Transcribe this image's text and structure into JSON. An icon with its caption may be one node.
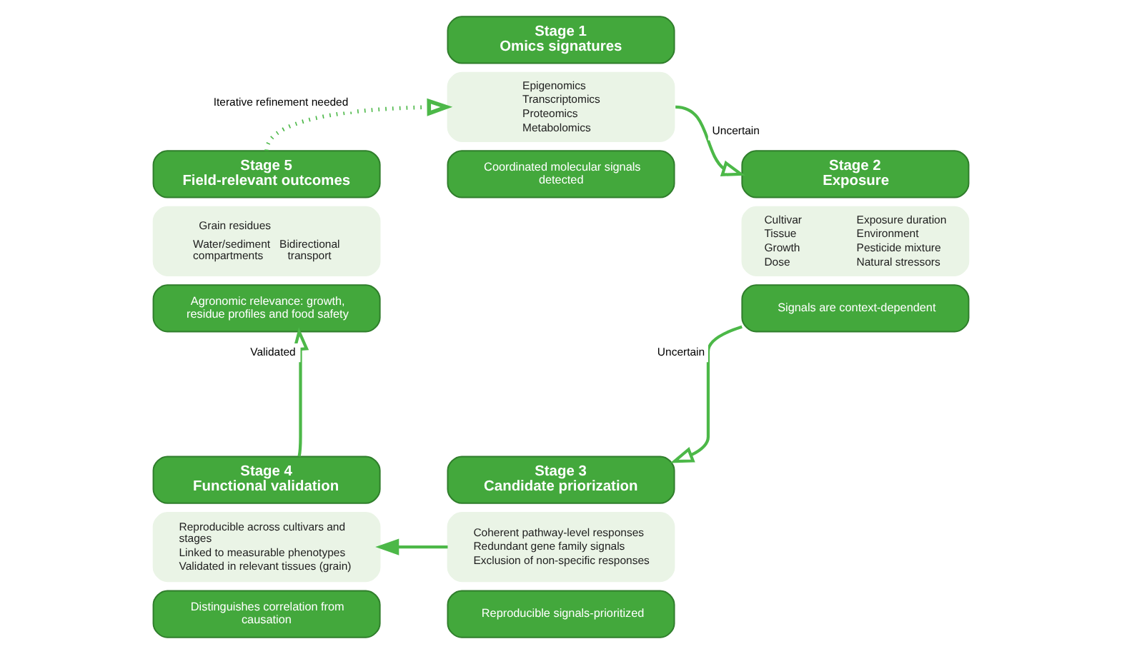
{
  "diagram": {
    "nodes": [
      {
        "text": [
          "Stage 1",
          "Omics signatures"
        ]
      },
      {
        "text": [
          "Epigenomics",
          "Transcriptomics",
          "Proteomics",
          "Metabolomics"
        ]
      },
      {
        "text": [
          "Coordinated molecular signals detected"
        ]
      },
      {
        "text": [
          "Stage 2",
          "Exposure"
        ]
      },
      {
        "text": [
          "Cultivar",
          "Tissue",
          "Growth",
          "Dose",
          "Exposure duration",
          "Environment",
          "Pesticide mixture",
          "Natural stressors"
        ]
      },
      {
        "text": [
          "Signals are context-dependent"
        ]
      },
      {
        "text": [
          "Stage 3",
          "Candidate priorization"
        ]
      },
      {
        "text": [
          "Coherent pathway-level responses",
          "Redundant gene family signals",
          "Exclusion of non-specific responses"
        ]
      },
      {
        "text": [
          "Reproducible signals-prioritized"
        ]
      },
      {
        "text": [
          "Stage 4",
          "Functional validation"
        ]
      },
      {
        "text": [
          "Reproducible across cultivars and stages",
          "Linked to measurable phenotypes",
          "Validated in relevant tissues (grain)"
        ]
      },
      {
        "text": [
          "Distinguishes correlation from causation"
        ]
      },
      {
        "text": [
          "Stage 5",
          "Field-relevant outcomes"
        ]
      },
      {
        "text": [
          "Grain residues",
          "Water/sediment compartments",
          "Bidirectional transport"
        ]
      },
      {
        "text": [
          "Agronomic relevance: growth, residue profiles and food safety"
        ]
      }
    ],
    "edges": [
      {
        "from": 1,
        "to": 3,
        "arrow": "to",
        "label": "Uncertain"
      },
      {
        "from": 5,
        "to": 6,
        "arrow": "to",
        "label": "Uncertain"
      },
      {
        "from": 7,
        "to": 10,
        "arrow": "to"
      },
      {
        "from": 9,
        "to": 14,
        "arrow": "to",
        "label": "Validated"
      },
      {
        "from": 12,
        "to": 1,
        "arrow": "to",
        "label": "Iterative refinement needed",
        "style": "dashed"
      }
    ]
  }
}
